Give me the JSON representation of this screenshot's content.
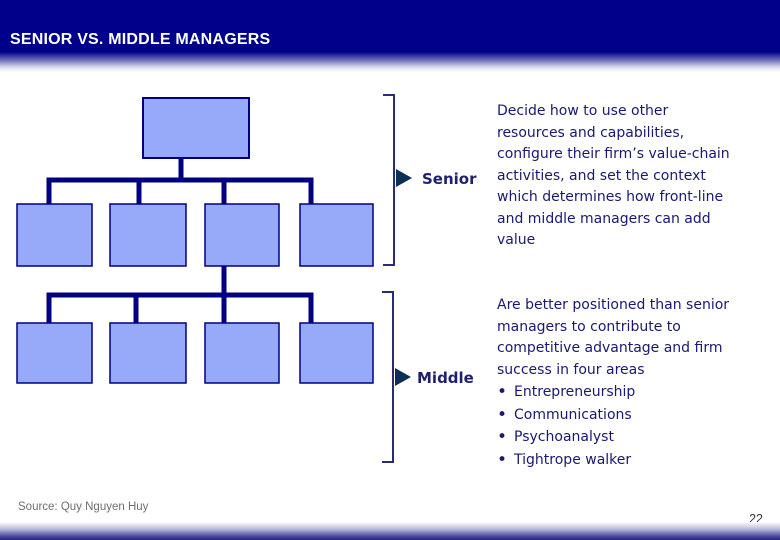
{
  "slide": {
    "title": "SENIOR VS. MIDDLE MANAGERS",
    "page_number": "22",
    "source": "Source: Quy Nguyen Huy"
  },
  "colors": {
    "header_navy": "#00008B",
    "box_fill": "#96AAF9",
    "box_border": "#000080",
    "connector_navy": "#000080",
    "bracket_navy": "#2a2a7a",
    "arrow_dark": "#0e2f55",
    "text_navy": "#191970",
    "source_gray": "#6e6e6e"
  },
  "sections": {
    "senior": {
      "label": "Senior",
      "text": "Decide how to use other\nresources and capabilities,\nconfigure their firm’s value-chain\nactivities, and set the context\nwhich determines how front-line\nand middle managers can add\nvalue"
    },
    "middle": {
      "label": "Middle",
      "intro": "Are better positioned than senior\nmanagers to contribute to\ncompetitive advantage and firm\nsuccess in four areas",
      "bullet_char": "•",
      "bullets": [
        "Entrepreneurship",
        "Communications",
        "Psychoanalyst",
        "Tightrope walker"
      ]
    }
  }
}
